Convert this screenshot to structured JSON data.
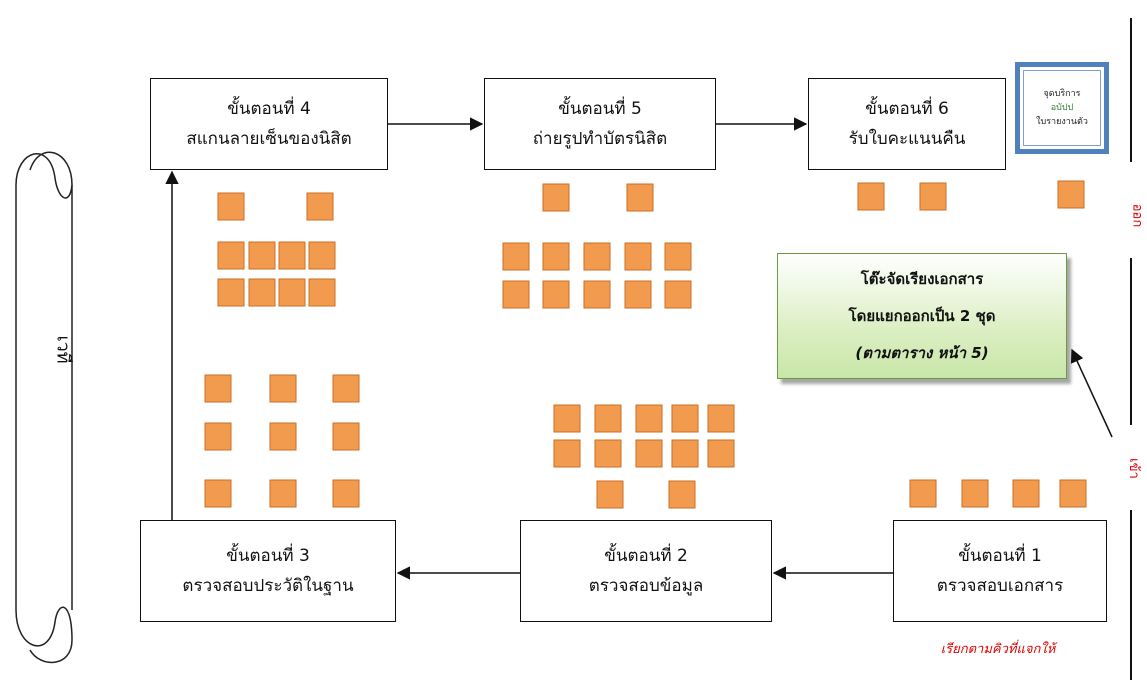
{
  "steps": {
    "step4": {
      "title": "ขั้นตอนที่ 4",
      "desc": "สแกนลายเซ็นของนิสิต"
    },
    "step5": {
      "title": "ขั้นตอนที่ 5",
      "desc": "ถ่ายรูปทำบัตรนิสิต"
    },
    "step6": {
      "title": "ขั้นตอนที่ 6",
      "desc": "รับใบคะแนนคืน"
    },
    "step3": {
      "title": "ขั้นตอนที่ 3",
      "desc": "ตรวจสอบประวัติในฐาน"
    },
    "step2": {
      "title": "ขั้นตอนที่ 2",
      "desc": "ตรวจสอบข้อมูล"
    },
    "step1": {
      "title": "ขั้นตอนที่ 1",
      "desc": "ตรวจสอบเอกสาร"
    }
  },
  "service": {
    "line1": "จุดบริการ",
    "line2": "อบัปป",
    "line3": "ใบรายงานตัว"
  },
  "note": {
    "line1": "โต๊ะจัดเรียงเอกสาร",
    "line2": "โดยแยกออกเป็น 2 ชุด",
    "line3": "(ตามตาราง หน้า 5)"
  },
  "stage": {
    "label": "เวที"
  },
  "doors": {
    "exit": "ออก",
    "enter": "เข้า"
  },
  "caption": "เรียกตามคิวที่แจกให้",
  "colors": {
    "table_fill": "#f29b4f",
    "table_border": "#c96f26",
    "note_border": "#6a9b3e",
    "service_border": "#4f81bd",
    "side_text": "#e00000"
  }
}
